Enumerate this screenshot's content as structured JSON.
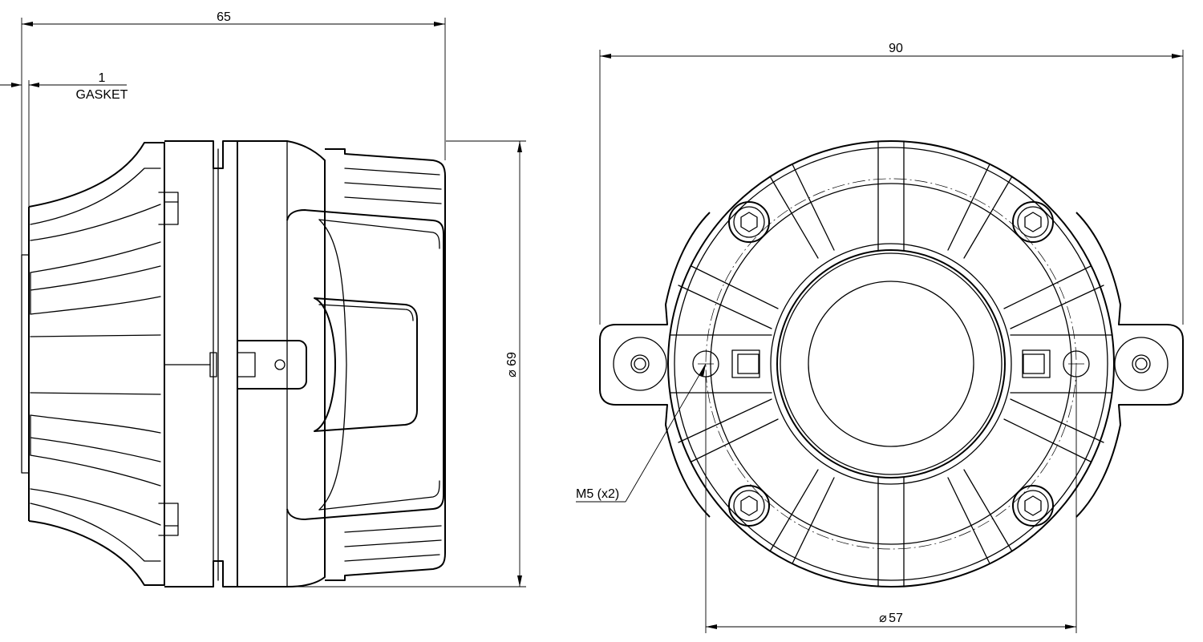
{
  "dimensions": {
    "length": "65",
    "gasket_value": "1",
    "gasket_label": "GASKET",
    "height": "69",
    "flange_width": "90",
    "bolt_circle": "57",
    "thread_label": "M5 (x2)",
    "diameter_symbol": "⌀"
  }
}
